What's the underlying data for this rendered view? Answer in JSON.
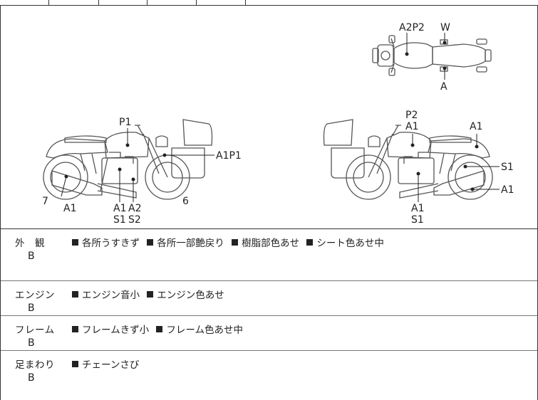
{
  "diagram": {
    "labels": {
      "top_a2p2": "A2P2",
      "top_w": "W",
      "top_a": "A",
      "left_p1": "P1",
      "left_a1p1": "A1P1",
      "left_7": "7",
      "left_a1": "A1",
      "left_a1_2": "A1",
      "left_s1": "S1",
      "left_a2": "A2",
      "left_s2": "S2",
      "left_6": "6",
      "right_p2": "P2",
      "right_a1_tank": "A1",
      "right_a1_rear": "A1",
      "right_s1_side": "S1",
      "right_a1_side": "A1",
      "right_a1_bottom": "A1",
      "right_s1_bottom": "S1"
    }
  },
  "conditions": [
    {
      "name": "外　観",
      "grade": "B",
      "items": [
        "各所うすきず",
        "各所一部艶戻り",
        "樹脂部色あせ",
        "シート色あせ中"
      ]
    },
    {
      "name": "エンジン",
      "grade": "B",
      "items": [
        "エンジン音小",
        "エンジン色あせ"
      ]
    },
    {
      "name": "フレーム",
      "grade": "B",
      "items": [
        "フレームきず小",
        "フレーム色あせ中"
      ]
    },
    {
      "name": "足まわり",
      "grade": "B",
      "items": [
        "チェーンさび"
      ]
    }
  ]
}
